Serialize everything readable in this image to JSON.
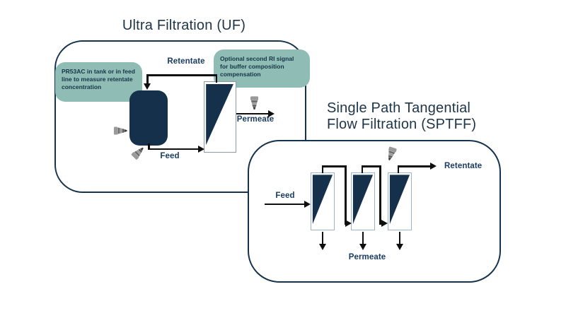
{
  "colors": {
    "navy_fill": "#14304a",
    "teal_callout": "#8fbdb6",
    "panel_outline": "#16334d",
    "title_text": "#1e3548",
    "label_text": "#1b3c63",
    "flow_line": "#0f0f0f",
    "sensor_gray": "#8a8a8a"
  },
  "uf": {
    "title": "Ultra Filtration (UF)",
    "callouts": {
      "tank_sensor": "PR53AC in tank or in feed line to measure retentate concentration",
      "ri_signal": "Optional second RI signal for buffer composition compensation"
    },
    "labels": {
      "retentate": "Retentate",
      "feed": "Feed",
      "permeate": "Permeate"
    }
  },
  "sptff": {
    "title_line1": "Single Path Tangential",
    "title_line2": "Flow Filtration (SPTFF)",
    "labels": {
      "feed": "Feed",
      "retentate": "Retentate",
      "permeate": "Permeate"
    }
  },
  "icons": {
    "sensor": "refractometer-sensor-icon"
  }
}
